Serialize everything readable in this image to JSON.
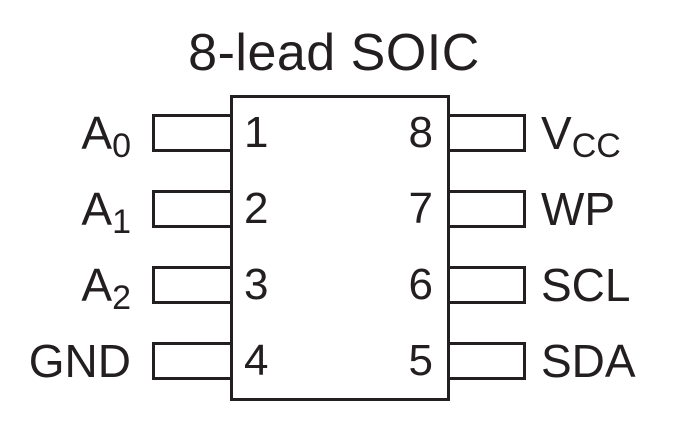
{
  "title": "8-lead SOIC",
  "colors": {
    "line": "#231f20",
    "background": "#ffffff"
  },
  "package": {
    "type": "SOIC",
    "lead_count": 8,
    "left_pins": [
      {
        "number": "1",
        "label": "A",
        "subscript": "0"
      },
      {
        "number": "2",
        "label": "A",
        "subscript": "1"
      },
      {
        "number": "3",
        "label": "A",
        "subscript": "2"
      },
      {
        "number": "4",
        "label": "GND",
        "subscript": ""
      }
    ],
    "right_pins": [
      {
        "number": "8",
        "label": "V",
        "subscript": "CC"
      },
      {
        "number": "7",
        "label": "WP",
        "subscript": ""
      },
      {
        "number": "6",
        "label": "SCL",
        "subscript": ""
      },
      {
        "number": "5",
        "label": "SDA",
        "subscript": ""
      }
    ]
  }
}
